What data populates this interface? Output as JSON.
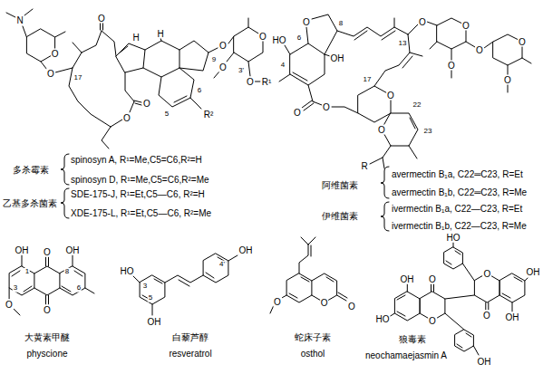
{
  "diagram": {
    "labels": [
      "N",
      "O",
      "O",
      "17",
      "O",
      "H",
      "H",
      "5",
      "6",
      "R²",
      "O",
      "O",
      "9",
      "O",
      "O",
      "O",
      "3'",
      "O",
      "R¹",
      "多杀霉素",
      "spinosyn A, R¹=Me,C5=C6,R²=H",
      "spinosyn D, R¹=Me,C5=C6,R²=Me",
      "乙基多杀菌素",
      "SDE-175-J, R¹=Et,C5—C6, R²=H",
      "XDE-175-L, R¹=Et,C5—C6, R²=Me",
      "HO",
      "6",
      "O",
      "8",
      "OH",
      "4",
      "O",
      "O",
      "13",
      "O",
      "O",
      "O",
      "O",
      "O",
      "O",
      "17",
      "O",
      "22",
      "O",
      "23",
      "R",
      "阿维菌素",
      "avermectin B₁a, C22═C23, R=Et",
      "avermectin B₁b, C22═C23, R=Me",
      "伊维菌素",
      "ivermectin B₁a, C22—C23, R=Et",
      "ivermectin B₁b, C22—C23, R=Me",
      "OH",
      "O",
      "OH",
      "1",
      "8",
      "3",
      "6",
      "O",
      "O",
      "大黄素甲醚",
      "physcione",
      "HO",
      "3",
      "5",
      "OH",
      "OH",
      "4'",
      "白藜芦醇",
      "resveratrol",
      "O",
      "O",
      "O",
      "蛇床子素",
      "osthol",
      "HO",
      "O",
      "OH",
      "OH",
      "O",
      "O",
      "O",
      "OH",
      "HO",
      "OH",
      "狼毒素",
      "neochamaejasmin A"
    ]
  }
}
